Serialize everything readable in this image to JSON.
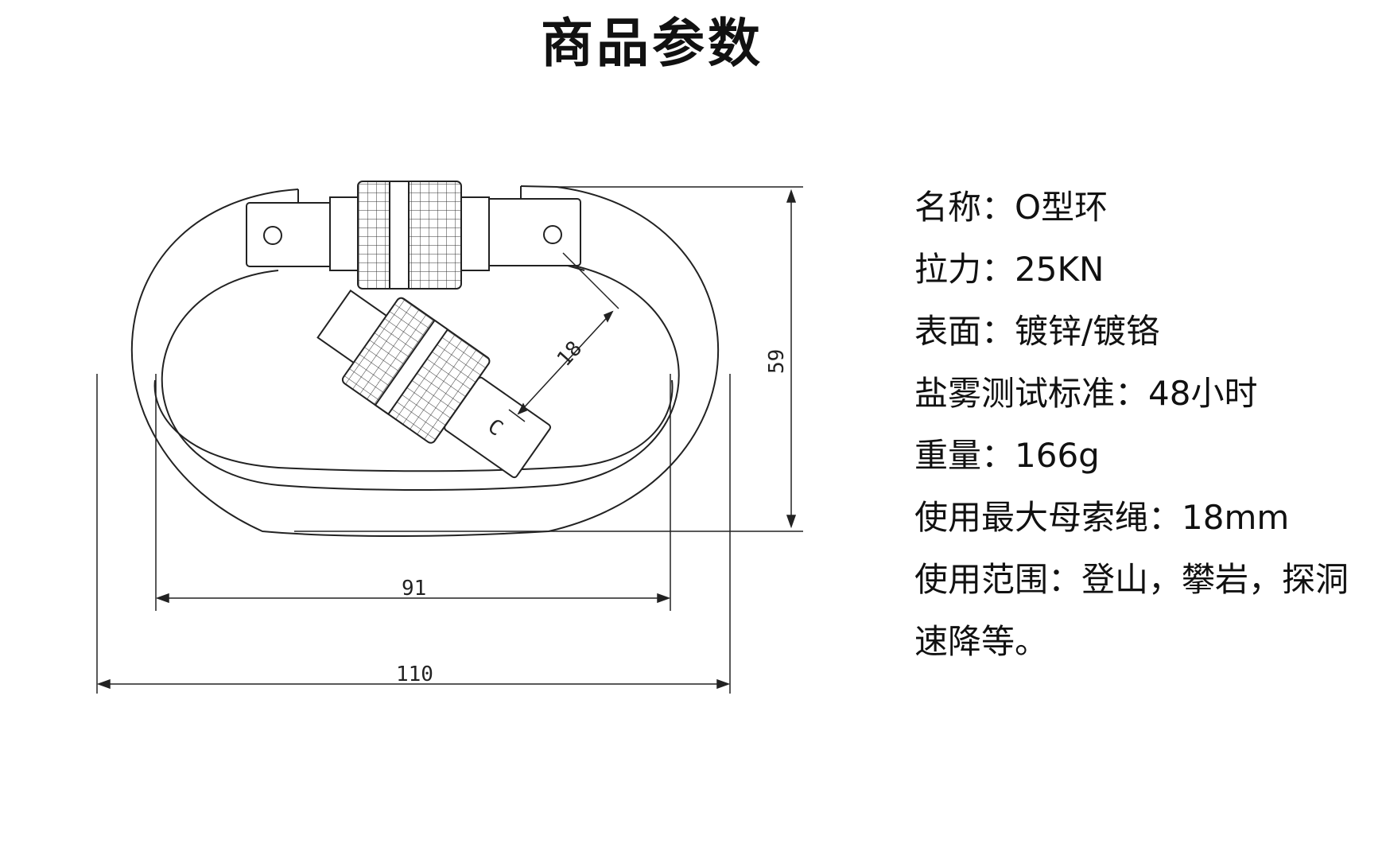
{
  "header": {
    "title": "商品参数"
  },
  "drawing": {
    "dimensions": {
      "inner_width": "91",
      "outer_width": "110",
      "height": "59",
      "gate_opening": "18"
    }
  },
  "specs": {
    "rows": [
      {
        "label": "名称：",
        "value": "O型环"
      },
      {
        "label": "拉力：",
        "value": "25KN"
      },
      {
        "label": "表面：",
        "value": "镀锌/镀铬"
      },
      {
        "label": "盐雾测试标准：",
        "value": "48小时"
      },
      {
        "label": "重量：",
        "value": "166g"
      },
      {
        "label": "使用最大母索绳：",
        "value": "18mm"
      },
      {
        "label": "使用范围：",
        "value": "登山，攀岩，探洞"
      }
    ],
    "continuation": "速降等。"
  }
}
